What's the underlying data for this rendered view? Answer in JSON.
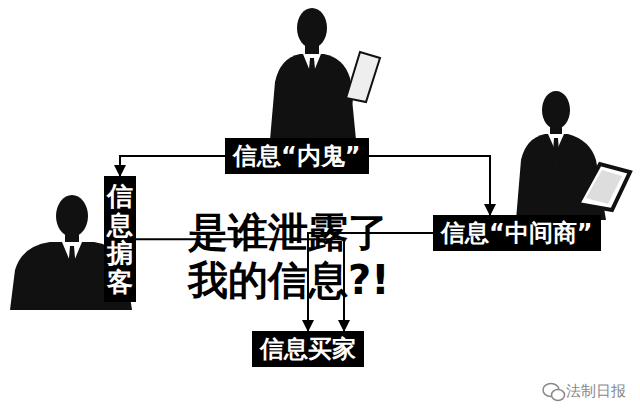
{
  "diagram": {
    "nodes": [
      {
        "text": [
          "信息“内鬼”"
        ]
      },
      {
        "text": [
          "信息掮客"
        ]
      },
      {
        "text": [
          "信息“中间商”"
        ]
      },
      {
        "text": [
          "信息买家"
        ]
      }
    ],
    "edges": [
      {
        "from": 0,
        "to": 1,
        "arrow": "to"
      },
      {
        "from": 0,
        "to": 2,
        "arrow": "to"
      },
      {
        "from": 1,
        "to": 3,
        "arrow": "to"
      },
      {
        "from": 2,
        "to": 3,
        "arrow": "to"
      }
    ],
    "labels": [
      "是谁泄露了 我的信息?!",
      "法制日报"
    ]
  }
}
